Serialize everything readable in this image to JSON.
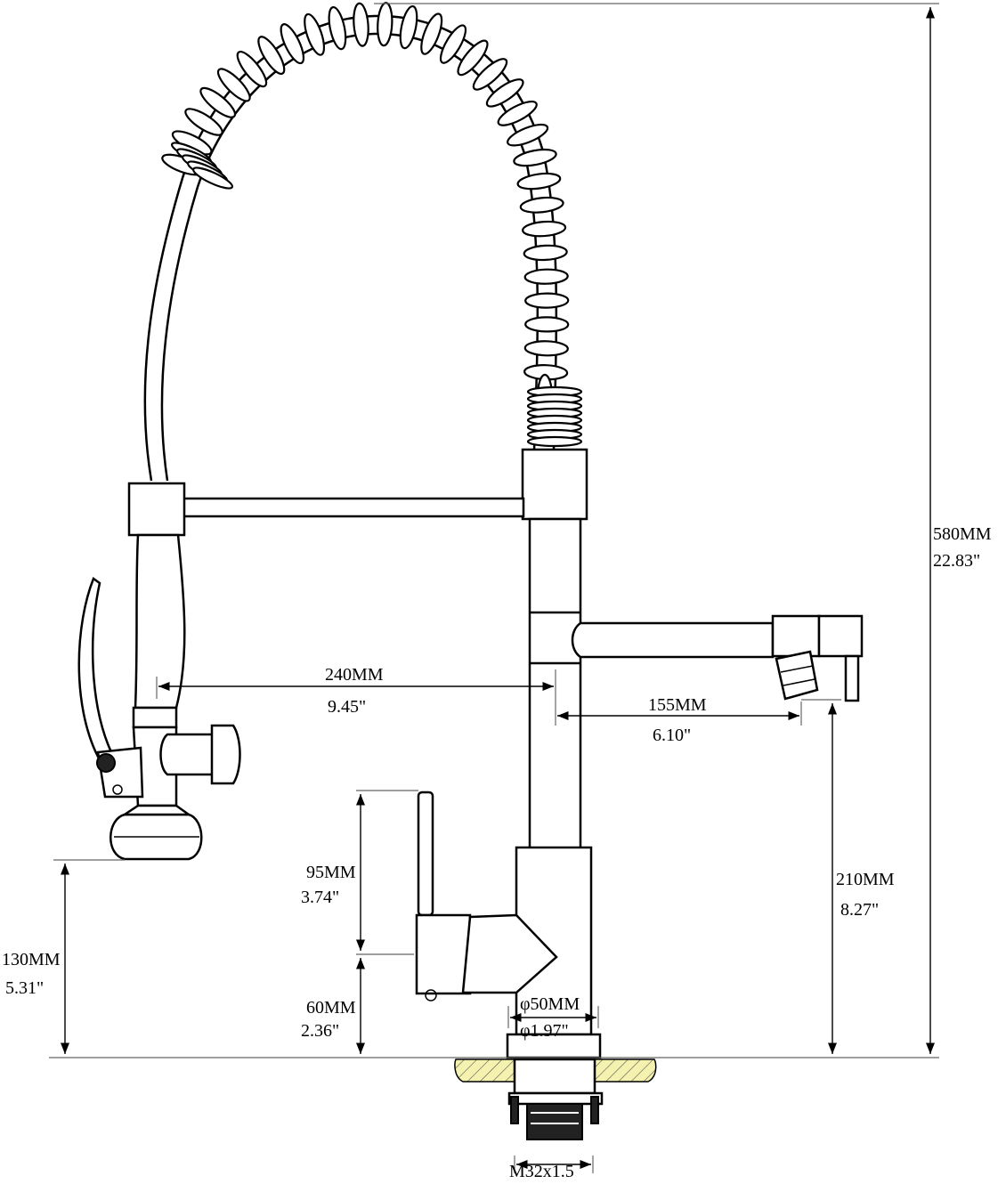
{
  "dimensions": {
    "total_height": {
      "mm": "580MM",
      "inch": "22.83\""
    },
    "reach_sprayer": {
      "mm": "240MM",
      "inch": "9.45\""
    },
    "reach_spout": {
      "mm": "155MM",
      "inch": "6.10\""
    },
    "spout_height": {
      "mm": "210MM",
      "inch": "8.27\""
    },
    "sprayer_height": {
      "mm": "130MM",
      "inch": "5.31\""
    },
    "handle_length": {
      "mm": "95MM",
      "inch": "3.74\""
    },
    "handle_base_height": {
      "mm": "60MM",
      "inch": "2.36\""
    },
    "base_diameter": {
      "mm": "φ50MM",
      "inch": "φ1.97\""
    },
    "thread": {
      "label": "M32x1.5"
    }
  },
  "colors": {
    "line": "#000000",
    "countertop_fill": "#f5f2b0",
    "background": "#ffffff"
  }
}
